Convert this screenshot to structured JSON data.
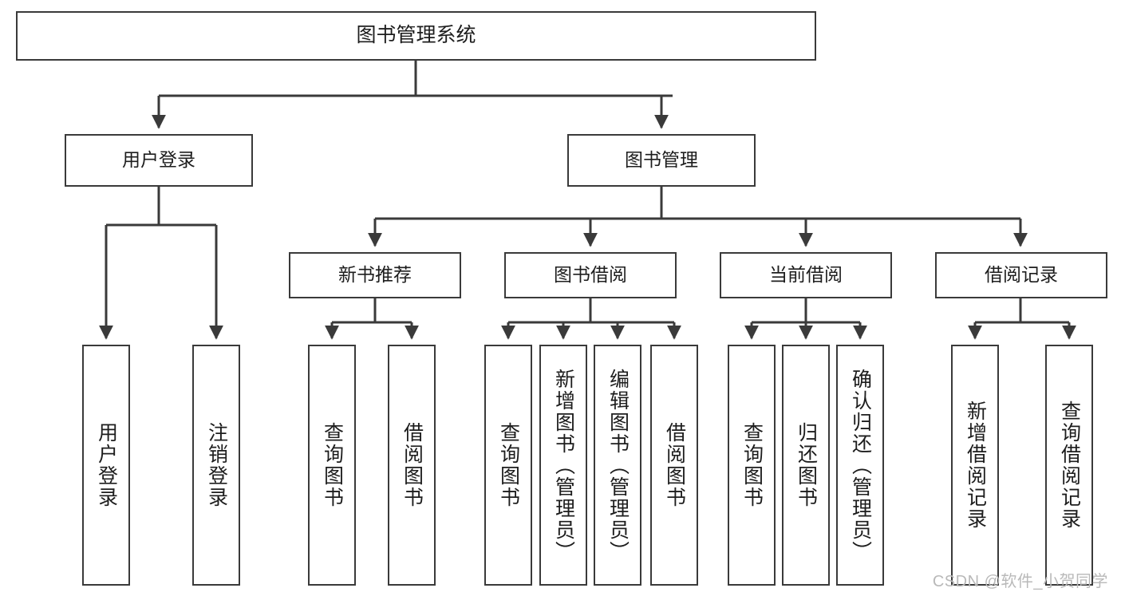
{
  "diagram": {
    "title": "图书管理系统",
    "watermark": "CSDN @软件_小贺同学",
    "level2": [
      {
        "label": "用户登录"
      },
      {
        "label": "图书管理"
      }
    ],
    "level3": [
      {
        "label": "新书推荐"
      },
      {
        "label": "图书借阅"
      },
      {
        "label": "当前借阅"
      },
      {
        "label": "借阅记录"
      }
    ],
    "leaves": [
      {
        "label": "用户登录"
      },
      {
        "label": "注销登录"
      },
      {
        "label": "查询图书"
      },
      {
        "label": "借阅图书"
      },
      {
        "label": "查询图书"
      },
      {
        "label": "新增图书（管理员）"
      },
      {
        "label": "编辑图书（管理员）"
      },
      {
        "label": "借阅图书"
      },
      {
        "label": "查询图书"
      },
      {
        "label": "归还图书"
      },
      {
        "label": "确认归还（管理员）"
      },
      {
        "label": "新增借阅记录"
      },
      {
        "label": "查询借阅记录"
      }
    ],
    "colors": {
      "stroke": "#3a3a3a",
      "fill": "#ffffff",
      "text": "#1d1d1d",
      "watermark": "#b9b9b9"
    }
  }
}
